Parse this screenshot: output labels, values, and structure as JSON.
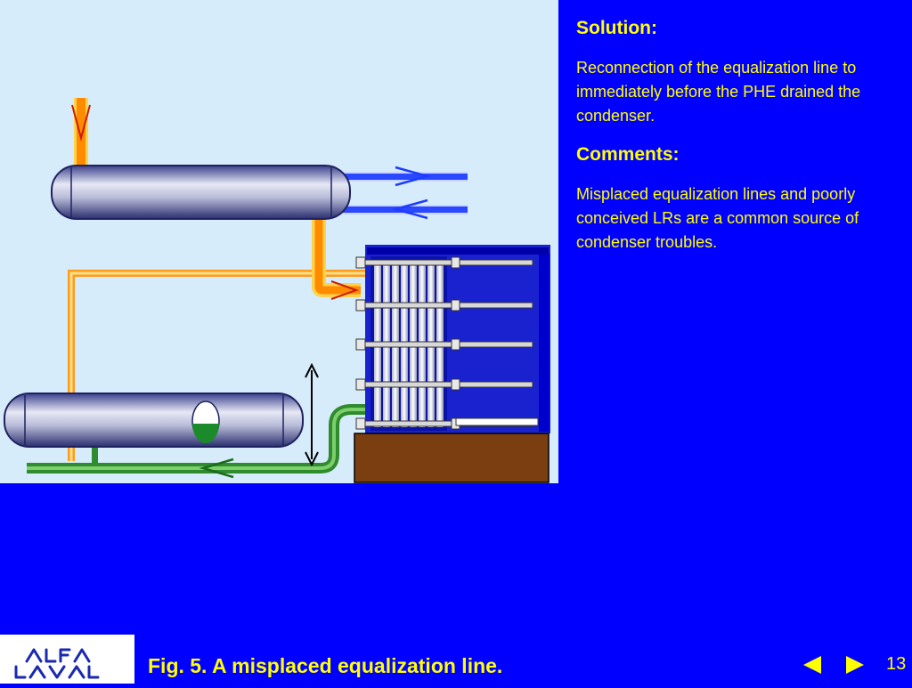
{
  "colors": {
    "background": "#0000ff",
    "diagram_bg": "#d6ecfb",
    "text_accent": "#ffff00",
    "hot_pipe": "#ff8c00",
    "cold_pipe": "#1e3cff",
    "condensate_pipe": "#2e8b2e",
    "base": "#7a3e10"
  },
  "solution": {
    "heading": "Solution:",
    "text": "Reconnection of the equalization line to immediately before the PHE drained the condenser."
  },
  "comments": {
    "heading": "Comments:",
    "text": "Misplaced equalization lines and poorly conceived LRs are a common source of condenser troubles."
  },
  "footer": {
    "caption": "Fig. 5.  A misplaced equalization line.",
    "page_number": "13",
    "prev_icon": "triangle-left-icon",
    "next_icon": "triangle-right-icon",
    "logo_icon": "alfa-laval-logo"
  }
}
